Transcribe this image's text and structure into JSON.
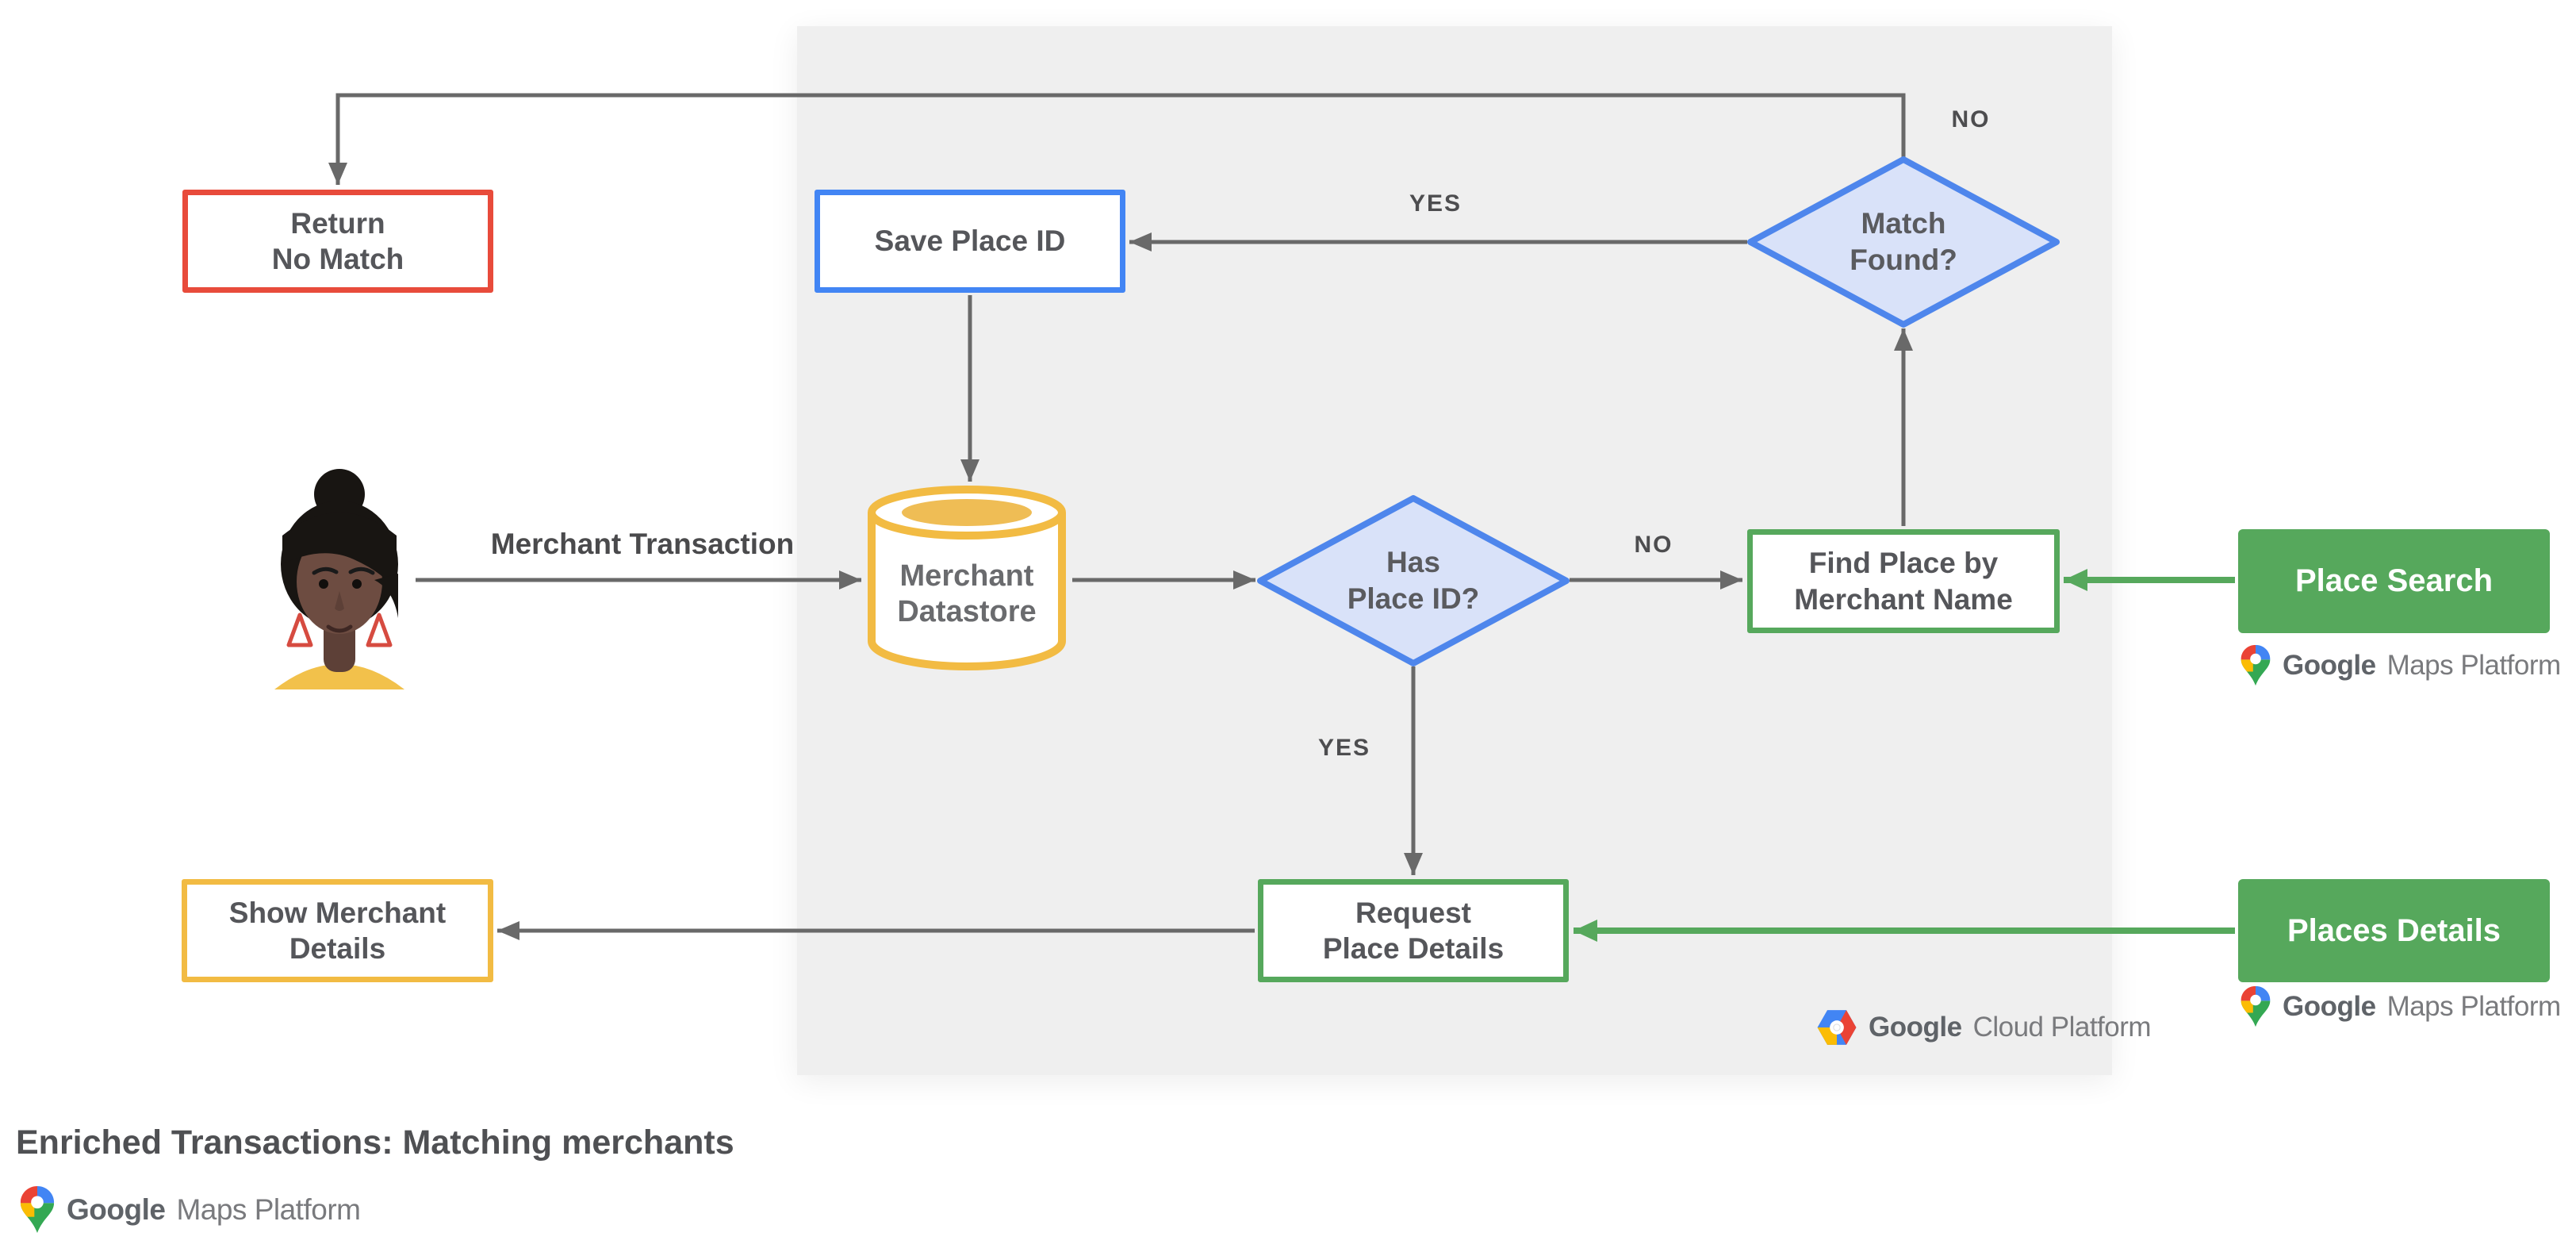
{
  "title": "Enriched Transactions: Matching merchants",
  "nodes": {
    "return_no_match": {
      "label": "Return\nNo Match",
      "accent": "#E84B3B"
    },
    "save_place_id": {
      "label": "Save Place ID",
      "accent": "#4285F4"
    },
    "match_found": {
      "label": "Match\nFound?",
      "accent": "#4E86EC"
    },
    "merchant_datastore": {
      "label": "Merchant\nDatastore",
      "accent": "#F2BB43"
    },
    "has_place_id": {
      "label": "Has\nPlace ID?",
      "accent": "#4E86EC"
    },
    "find_place": {
      "label": "Find Place by\nMerchant Name",
      "accent": "#56A85C"
    },
    "request_place_details": {
      "label": "Request\nPlace Details",
      "accent": "#56A85C"
    },
    "show_merchant_details": {
      "label": "Show Merchant\nDetails",
      "accent": "#F2BB43"
    },
    "place_search": {
      "label": "Place Search",
      "accent": "#56A85C"
    },
    "places_details": {
      "label": "Places Details",
      "accent": "#56A85C"
    }
  },
  "edge_labels": {
    "match_found_no": "NO",
    "match_found_yes": "YES",
    "has_place_id_no": "NO",
    "has_place_id_yes": "YES",
    "merchant_transaction": "Merchant Transaction"
  },
  "logos": {
    "gmp": {
      "google": "Google",
      "product": "Maps Platform"
    },
    "gcp": {
      "google": "Google",
      "product": "Cloud Platform"
    }
  },
  "colors": {
    "red": "#E84B3B",
    "blue": "#4285F4",
    "diamond_border": "#4E86EC",
    "diamond_fill": "#D9E2F9",
    "green": "#56A85C",
    "yellow": "#F2BB43",
    "line_gray": "#696969",
    "panel_gray": "#EFEFEF",
    "text_gray": "#55565A"
  }
}
